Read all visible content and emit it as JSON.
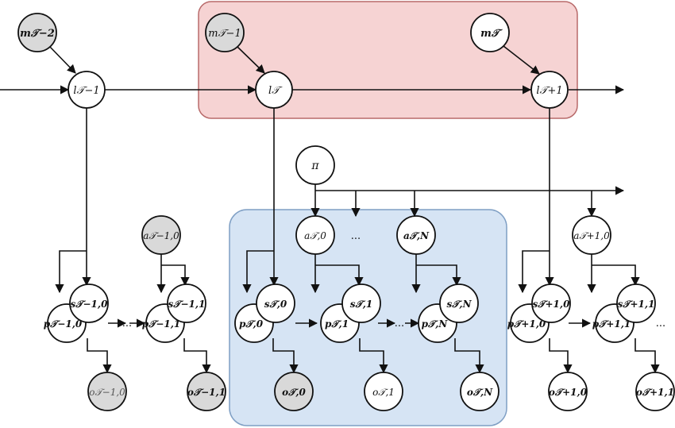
{
  "colors": {
    "red_box_fill": "#f6d3d3",
    "red_box_stroke": "#b86a6a",
    "blue_box_fill": "#d6e4f4",
    "blue_box_stroke": "#7f9fc4",
    "observed_fill": "#d9d9d9",
    "node_fill": "#ffffff",
    "edge": "#111111"
  },
  "labels": {
    "m_T_minus_2": "m𝒯−2",
    "m_T_minus_1": "m𝒯−1",
    "m_T": "m𝒯",
    "l_T_minus_1": "l𝒯−1",
    "l_T": "l𝒯",
    "l_T_plus_1": "l𝒯+1",
    "pi": "π",
    "a_T_minus_1_0": "a𝒯−1,0",
    "a_T_0": "a𝒯,0",
    "a_T_N": "a𝒯,N",
    "a_T_plus_1_0": "a𝒯+1,0",
    "s_T_minus_1_0": "s𝒯−1,0",
    "s_T_minus_1_1": "s𝒯−1,1",
    "s_T_0": "s𝒯,0",
    "s_T_1": "s𝒯,1",
    "s_T_N": "s𝒯,N",
    "s_T_plus_1_0": "s𝒯+1,0",
    "s_T_plus_1_1": "s𝒯+1,1",
    "p_T_minus_1_0": "p𝒯−1,0",
    "p_T_minus_1_1": "p𝒯−1,1",
    "p_T_0": "p𝒯,0",
    "p_T_1": "p𝒯,1",
    "p_T_N": "p𝒯,N",
    "p_T_plus_1_0": "p𝒯+1,0",
    "p_T_plus_1_1": "p𝒯+1,1",
    "o_T_minus_1_0": "o𝒯−1,0",
    "o_T_minus_1_1": "o𝒯−1,1",
    "o_T_0": "o𝒯,0",
    "o_T_1": "o𝒯,1",
    "o_T_N": "o𝒯,N",
    "o_T_plus_1_0": "o𝒯+1,0",
    "o_T_plus_1_1": "o𝒯+1,1",
    "ellipsis": "..."
  }
}
